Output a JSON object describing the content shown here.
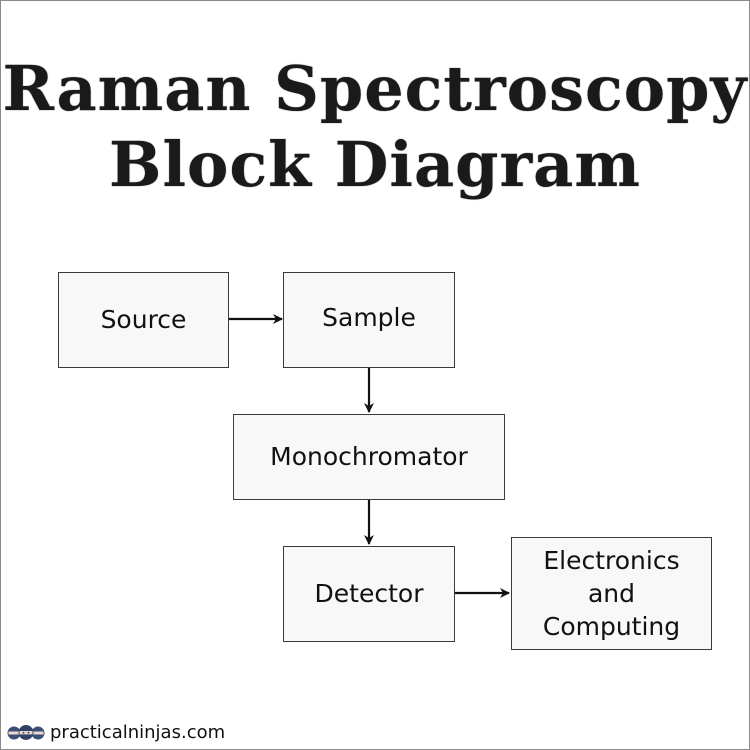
{
  "title": {
    "line1": "Raman Spectroscopy",
    "line2": "Block Diagram"
  },
  "blocks": {
    "source": {
      "label": "Source"
    },
    "sample": {
      "label": "Sample"
    },
    "monochromator": {
      "label": "Monochromator"
    },
    "detector": {
      "label": "Detector"
    },
    "electronics": {
      "lines": [
        "Electronics",
        "and",
        "Computing"
      ]
    }
  },
  "connections": [
    {
      "from": "Source",
      "to": "Sample"
    },
    {
      "from": "Sample",
      "to": "Monochromator"
    },
    {
      "from": "Monochromator",
      "to": "Detector"
    },
    {
      "from": "Detector",
      "to": "Electronics and Computing"
    }
  ],
  "footer": {
    "logo_icon": "ninja-heads-logo-icon",
    "site": "practicalninjas.com"
  },
  "colors": {
    "box_fill": "#f8f8f8",
    "box_border": "#3a3a3a",
    "arrow": "#111111",
    "logo_blue": "#3b4f74"
  }
}
